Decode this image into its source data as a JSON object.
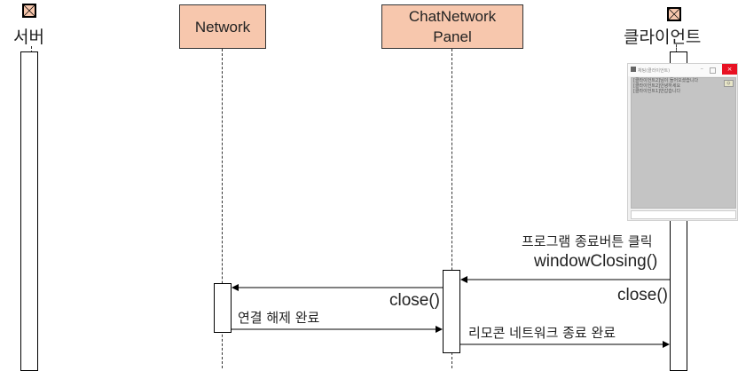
{
  "diagram": {
    "type": "sequence",
    "actors": [
      {
        "id": "server",
        "label": "서버",
        "kind": "actor"
      },
      {
        "id": "network",
        "label": "Network",
        "kind": "object"
      },
      {
        "id": "chatpanel",
        "label": "ChatNetwork\nPanel",
        "line1": "ChatNetwork",
        "line2": "Panel",
        "kind": "object"
      },
      {
        "id": "client",
        "label": "클라이언트",
        "kind": "actor"
      }
    ],
    "messages": [
      {
        "from": "client",
        "to": "client",
        "label_top": "프로그램 종료버튼 클릭",
        "label_bottom": "windowClosing()"
      },
      {
        "from": "client",
        "to": "chatpanel",
        "label": "close()"
      },
      {
        "from": "chatpanel",
        "to": "network",
        "label": "close()"
      },
      {
        "from": "network",
        "to": "chatpanel",
        "label": "연결 해제 완료"
      },
      {
        "from": "chatpanel",
        "to": "client",
        "label": "리모콘 네트워크 종료 완료"
      }
    ],
    "colors": {
      "object_fill": "#f7c7ad",
      "close_button": "#e81123",
      "chat_area": "#c4c4c4"
    }
  },
  "client_window": {
    "title": "채팅(클라이언트)",
    "minimize": "–",
    "close": "×",
    "emoji_button": "☺",
    "messages": [
      "[클라이언트2]님이 들어오셨습니다",
      "[클라이언트2]안녕하세요",
      "[클라이언트1]반갑습니다"
    ],
    "input_value": ""
  }
}
